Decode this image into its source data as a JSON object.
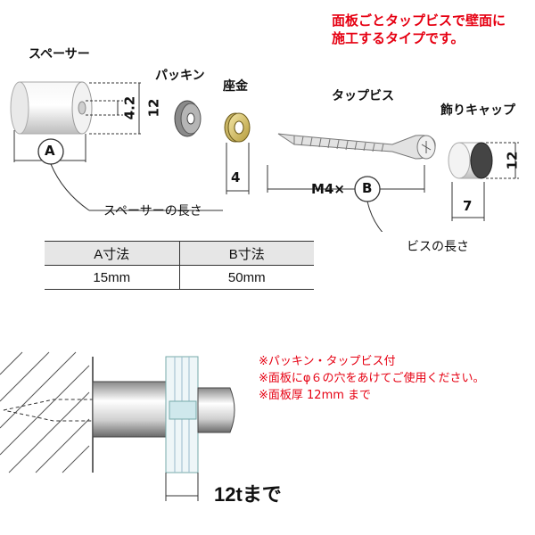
{
  "headline": [
    "面板ごとタップビスで壁面に",
    "施工するタイプです。"
  ],
  "parts": {
    "spacer": "スペーサー",
    "packing": "パッキン",
    "washer": "座金",
    "tap_screw": "タップビス",
    "cap": "飾りキャップ"
  },
  "dimensions": {
    "spacer_inner": "4.2",
    "spacer_outer": "12",
    "washer_width": "4",
    "screw_spec": "M4×",
    "screw_marker": "B",
    "cap_height": "12",
    "cap_length": "7",
    "spacer_marker": "A"
  },
  "callouts": {
    "spacer_length": "スペーサーの長さ",
    "screw_length": "ビスの長さ"
  },
  "table": {
    "headers": [
      "A寸法",
      "B寸法"
    ],
    "rows": [
      [
        "15mm",
        "50mm"
      ]
    ]
  },
  "notes": [
    "※パッキン・タップビス付",
    "※面板にφ６の穴をあけてご使用ください。",
    "※面板厚 12mm まで"
  ],
  "thickness_label": "12tまで"
}
